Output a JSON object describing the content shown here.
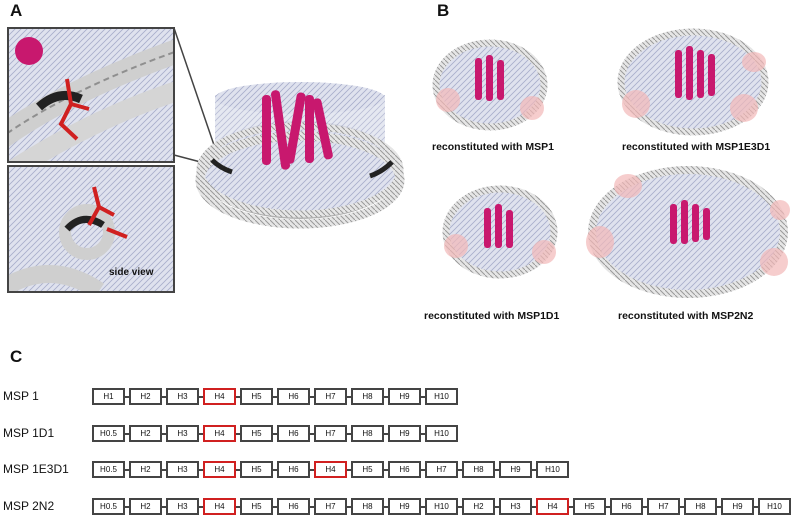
{
  "panels": {
    "a": "A",
    "b": "B",
    "c": "C"
  },
  "panel_a": {
    "side_view_label": "side view"
  },
  "panel_b": {
    "captions": [
      "reconstituted with MSP1",
      "reconstituted with MSP1E3D1",
      "reconstituted with MSP1D1",
      "reconstituted with MSP2N2"
    ]
  },
  "panel_c": {
    "rows": [
      {
        "label": "MSP 1",
        "segments": [
          "H1",
          "H2",
          "H3",
          "H4",
          "H5",
          "H6",
          "H7",
          "H8",
          "H9",
          "H10"
        ],
        "highlight": [
          3
        ]
      },
      {
        "label": "MSP 1D1",
        "segments": [
          "H0.5",
          "H2",
          "H3",
          "H4",
          "H5",
          "H6",
          "H7",
          "H8",
          "H9",
          "H10"
        ],
        "highlight": [
          3
        ]
      },
      {
        "label": "MSP 1E3D1",
        "segments": [
          "H0.5",
          "H2",
          "H3",
          "H4",
          "H5",
          "H6",
          "H4",
          "H5",
          "H6",
          "H7",
          "H8",
          "H9",
          "H10"
        ],
        "highlight": [
          3,
          6
        ]
      },
      {
        "label": "MSP 2N2",
        "segments": [
          "H0.5",
          "H2",
          "H3",
          "H4",
          "H5",
          "H6",
          "H7",
          "H8",
          "H9",
          "H10",
          "H2",
          "H3",
          "H4",
          "H5",
          "H6",
          "H7",
          "H8",
          "H9",
          "H10"
        ],
        "highlight": [
          3,
          12
        ]
      }
    ]
  },
  "colors": {
    "protein": "#c8186e",
    "highlight_helix": "#d02020",
    "belt": "#b8b8b8",
    "lipid": "#b9bfd8",
    "box_border": "#444444"
  }
}
